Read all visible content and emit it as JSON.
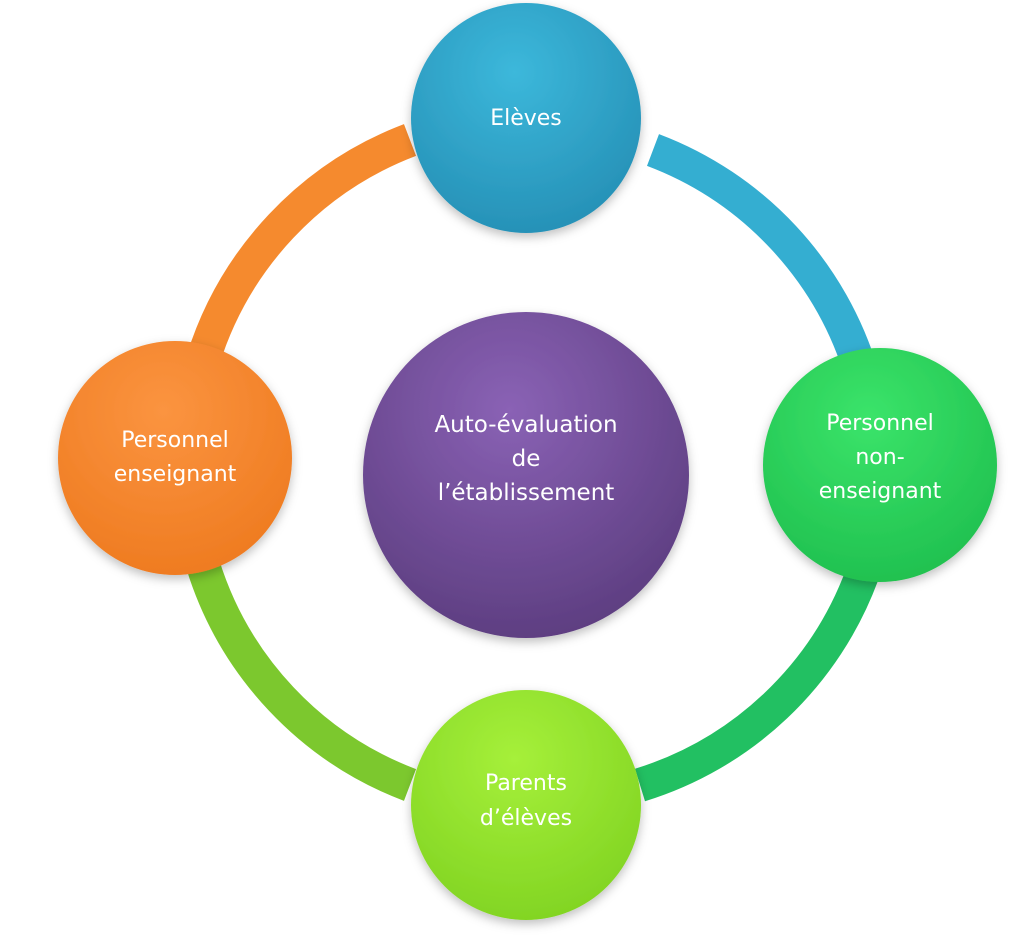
{
  "center": {
    "lines": [
      "Auto-évaluation",
      "de",
      "l’établissement"
    ],
    "color": "#6b4a90"
  },
  "nodes": [
    {
      "id": "eleves",
      "lines": [
        "Elèves"
      ],
      "color": "#2fa6c9"
    },
    {
      "id": "personnel-non-enseignant",
      "lines": [
        "Personnel",
        "non-",
        "enseignant"
      ],
      "color": "#2ed25a"
    },
    {
      "id": "parents-eleves",
      "lines": [
        "Parents",
        "d’élèves"
      ],
      "color": "#8fe22c"
    },
    {
      "id": "personnel-enseignant",
      "lines": [
        "Personnel",
        "enseignant"
      ],
      "color": "#f5832a"
    }
  ],
  "arcs": [
    {
      "from": "eleves",
      "to": "personnel-non-enseignant",
      "color": "#34aed1"
    },
    {
      "from": "personnel-non-enseignant",
      "to": "parents-eleves",
      "color": "#22c062"
    },
    {
      "from": "parents-eleves",
      "to": "personnel-enseignant",
      "color": "#7cc82e"
    },
    {
      "from": "personnel-enseignant",
      "to": "eleves",
      "color": "#f58a2e"
    }
  ]
}
